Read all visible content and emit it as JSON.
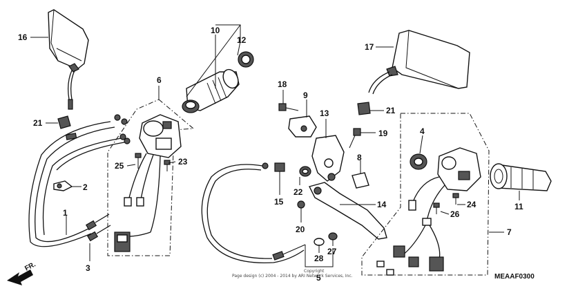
{
  "diagram": {
    "callouts": [
      {
        "id": "16",
        "label": "16"
      },
      {
        "id": "10",
        "label": "10"
      },
      {
        "id": "12",
        "label": "12"
      },
      {
        "id": "6",
        "label": "6"
      },
      {
        "id": "21a",
        "label": "21"
      },
      {
        "id": "25",
        "label": "25"
      },
      {
        "id": "23",
        "label": "23"
      },
      {
        "id": "2",
        "label": "2"
      },
      {
        "id": "1",
        "label": "1"
      },
      {
        "id": "3",
        "label": "3"
      },
      {
        "id": "18",
        "label": "18"
      },
      {
        "id": "9",
        "label": "9"
      },
      {
        "id": "13",
        "label": "13"
      },
      {
        "id": "19",
        "label": "19"
      },
      {
        "id": "8",
        "label": "8"
      },
      {
        "id": "22",
        "label": "22"
      },
      {
        "id": "15",
        "label": "15"
      },
      {
        "id": "14",
        "label": "14"
      },
      {
        "id": "20",
        "label": "20"
      },
      {
        "id": "28",
        "label": "28"
      },
      {
        "id": "27",
        "label": "27"
      },
      {
        "id": "5",
        "label": "5"
      },
      {
        "id": "17",
        "label": "17"
      },
      {
        "id": "21b",
        "label": "21"
      },
      {
        "id": "4",
        "label": "4"
      },
      {
        "id": "24",
        "label": "24"
      },
      {
        "id": "26",
        "label": "26"
      },
      {
        "id": "11",
        "label": "11"
      },
      {
        "id": "7",
        "label": "7"
      }
    ],
    "front_arrow": "FR.",
    "copyright_line1": "Copyright",
    "copyright_line2": "Page design (c) 2004 - 2014 by ARI Network Services, Inc.",
    "diagram_code": "MEAAF0300"
  }
}
